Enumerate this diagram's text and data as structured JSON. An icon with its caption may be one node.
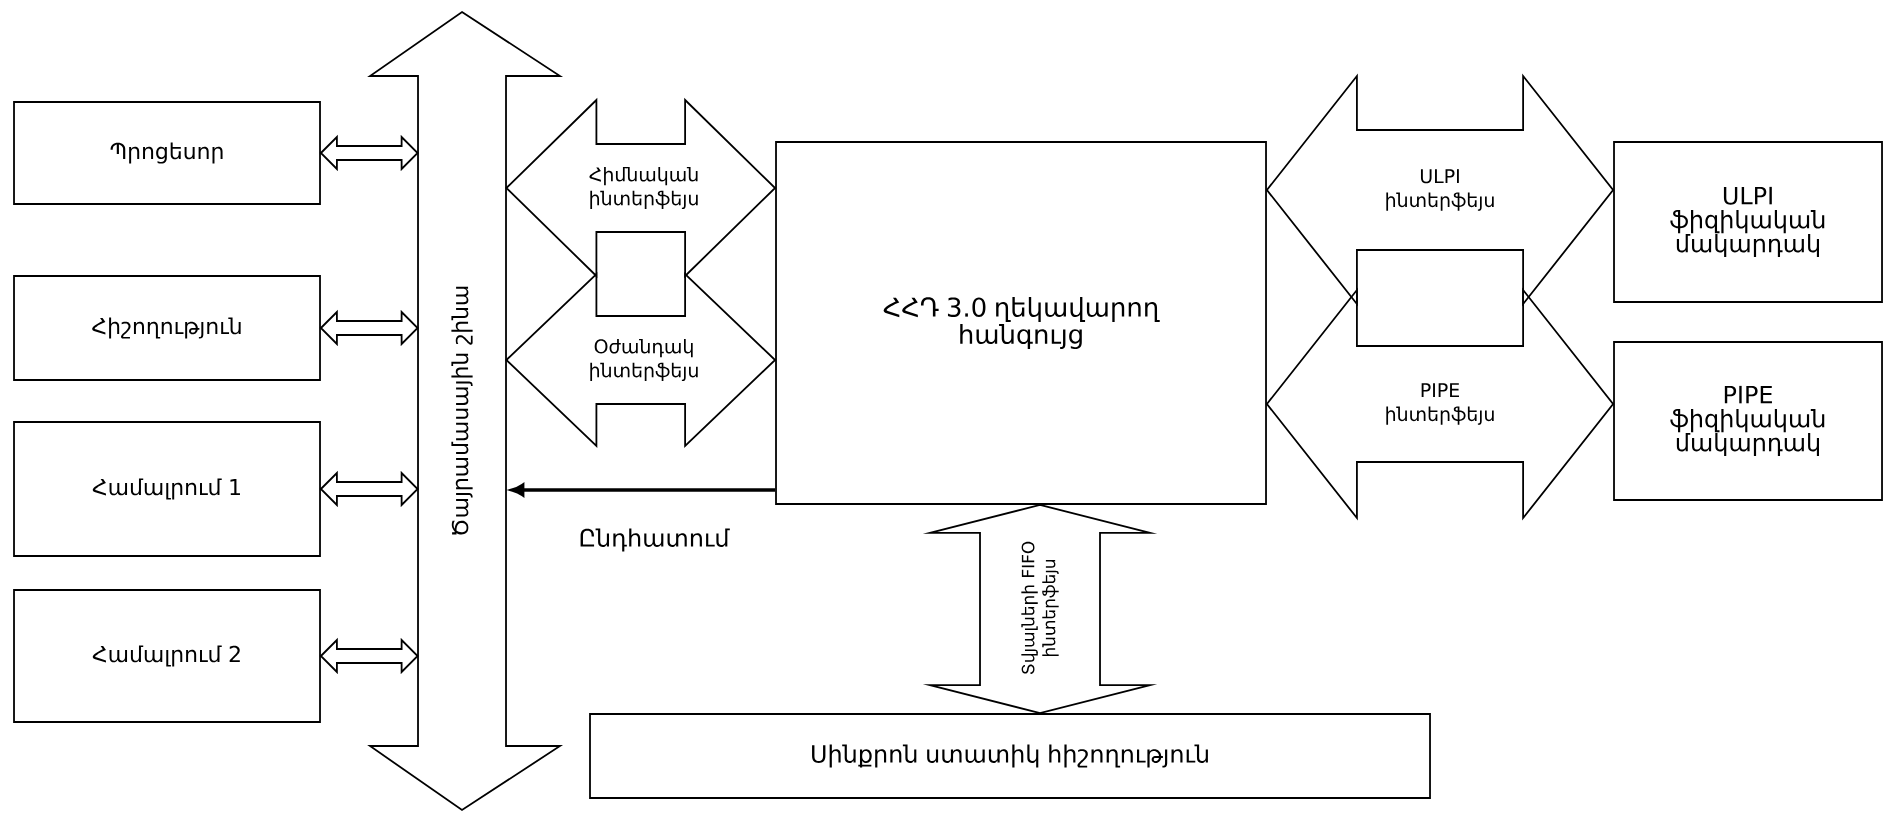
{
  "diagram": {
    "nodes": [
      {
        "text": [
          "Պրոցեսոր"
        ]
      },
      {
        "text": [
          "Հիշողություն"
        ]
      },
      {
        "text": [
          "Համալրում 1"
        ]
      },
      {
        "text": [
          "Համալրում 2"
        ]
      },
      {
        "text": [
          "Ծայրամասային շինա"
        ]
      },
      {
        "text": [
          "ՀՀԴ 3.0 ղեկավարող հանգույց"
        ]
      },
      {
        "text": [
          "ULPI ֆիզիկական մակարդակ"
        ]
      },
      {
        "text": [
          "PIPE ֆիզիկական մակարդակ"
        ]
      },
      {
        "text": [
          "Սինքրոն ստատիկ հիշողություն"
        ]
      }
    ],
    "edges": [
      {
        "from": 0,
        "to": 4,
        "arrow": "both"
      },
      {
        "from": 1,
        "to": 4,
        "arrow": "both"
      },
      {
        "from": 2,
        "to": 4,
        "arrow": "both"
      },
      {
        "from": 3,
        "to": 4,
        "arrow": "both"
      },
      {
        "from": 4,
        "to": 5,
        "arrow": "both",
        "label": "Հիմնական ինտերֆեյս"
      },
      {
        "from": 4,
        "to": 5,
        "arrow": "both",
        "label": "Օժանդակ ինտերֆեյս"
      },
      {
        "from": 5,
        "to": 4,
        "arrow": "to",
        "label": "Ընդհատում"
      },
      {
        "from": 5,
        "to": 6,
        "arrow": "both",
        "label": "ULPI ինտերֆեյս"
      },
      {
        "from": 5,
        "to": 7,
        "arrow": "both",
        "label": "PIPE ինտերֆեյս"
      },
      {
        "from": 5,
        "to": 8,
        "arrow": "both",
        "label": "Տվյալների FIFO ինտերֆեյս"
      }
    ]
  }
}
